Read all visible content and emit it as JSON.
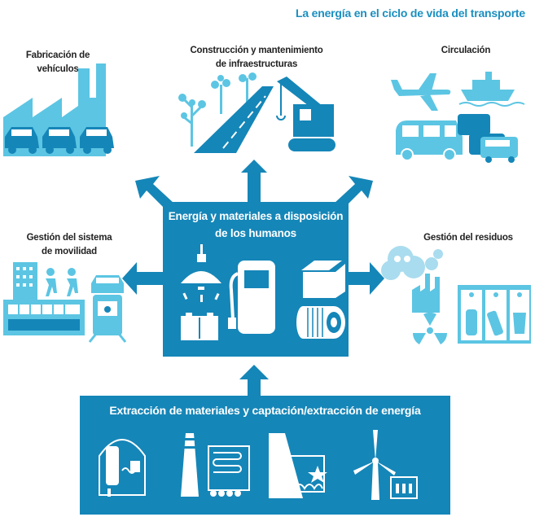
{
  "title": "La energía en el ciclo de vida del transporte",
  "sections": {
    "fabricacion": "Fabricación de vehículos",
    "construccion_line1": "Construcción y mantenimiento",
    "construccion_line2": "de infraestructuras",
    "circulacion": "Circulación",
    "gestion_movilidad_line1": "Gestión del sistema",
    "gestion_movilidad_line2": "de movilidad",
    "gestion_residuos": "Gestión del residuos"
  },
  "center_box": {
    "line1": "Energía y materiales a disposición",
    "line2": "de los humanos"
  },
  "bottom_box": {
    "label": "Extracción de materiales y captación/extracción de energía"
  },
  "colors": {
    "dark_blue": "#1586b8",
    "light_blue": "#5cc5e3",
    "pale_blue": "#a9dcee",
    "title_blue": "#1a8fc0"
  }
}
